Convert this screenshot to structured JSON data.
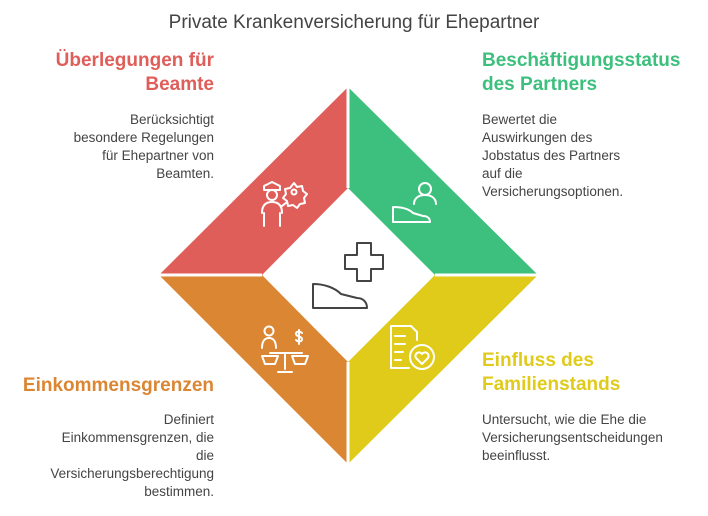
{
  "title": "Private Krankenversicherung für Ehepartner",
  "colors": {
    "red": "#e05e5a",
    "green": "#3dc07e",
    "orange": "#db8633",
    "yellow": "#e0cb1b"
  },
  "segments": [
    {
      "id": "beamte",
      "heading_lines": [
        "Überlegungen für",
        "Beamte"
      ],
      "description_lines": [
        "Berücksichtigt",
        "besondere Regelungen",
        "für Ehepartner von",
        "Beamten."
      ],
      "icon": "civil-servant-badge-icon"
    },
    {
      "id": "beschaeftigung",
      "heading_lines": [
        "Beschäftigungsstatus",
        "des Partners"
      ],
      "description_lines": [
        "Bewertet die",
        "Auswirkungen des",
        "Jobstatus des Partners",
        "auf die",
        "Versicherungsoptionen."
      ],
      "icon": "person-hand-icon"
    },
    {
      "id": "einkommen",
      "heading_lines": [
        "Einkommensgrenzen"
      ],
      "description_lines": [
        "Definiert",
        "Einkommensgrenzen, die",
        "die",
        "Versicherungsberechtigung",
        "bestimmen."
      ],
      "icon": "person-scale-dollar-icon"
    },
    {
      "id": "familie",
      "heading_lines": [
        "Einfluss des",
        "Familienstands"
      ],
      "description_lines": [
        "Untersucht, wie die Ehe die",
        "Versicherungsentscheidungen",
        "beeinflusst."
      ],
      "icon": "document-heart-icon"
    }
  ],
  "center_icon": "medical-cross-hand-icon"
}
